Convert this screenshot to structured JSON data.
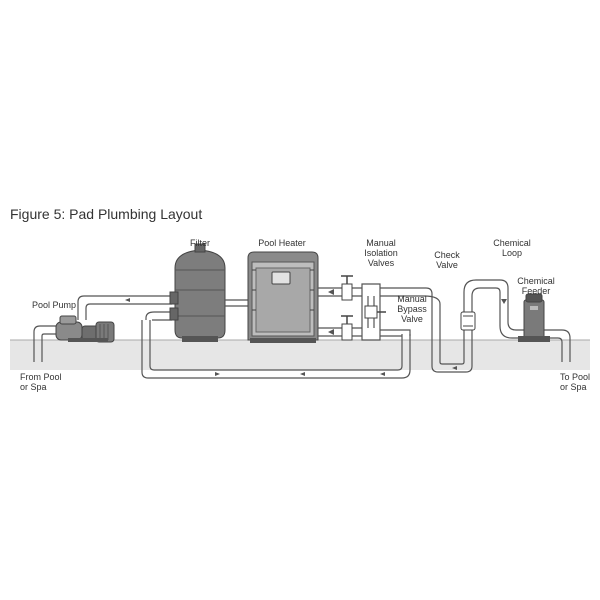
{
  "figure": {
    "title": "Figure 5: Pad Plumbing Layout"
  },
  "labels": {
    "filter": "Filter",
    "pool_heater": "Pool Heater",
    "manual_isolation_valves": [
      "Manual",
      "Isolation",
      "Valves"
    ],
    "check_valve": [
      "Check",
      "Valve"
    ],
    "chemical_loop": [
      "Chemical",
      "Loop"
    ],
    "pool_pump": "Pool Pump",
    "manual_bypass_valve": [
      "Manual",
      "Bypass",
      "Valve"
    ],
    "chemical_feeder": [
      "Chemical",
      "Feeder"
    ],
    "from_pool": [
      "From Pool",
      "or Spa"
    ],
    "to_pool": [
      "To Pool",
      "or Spa"
    ]
  },
  "colors": {
    "pipe_outline": "#555555",
    "pipe_fill": "#ffffff",
    "ground": "#e6e6e6",
    "equipment": "#7a7a7a",
    "equipment_dark": "#555555",
    "text": "#333333"
  }
}
